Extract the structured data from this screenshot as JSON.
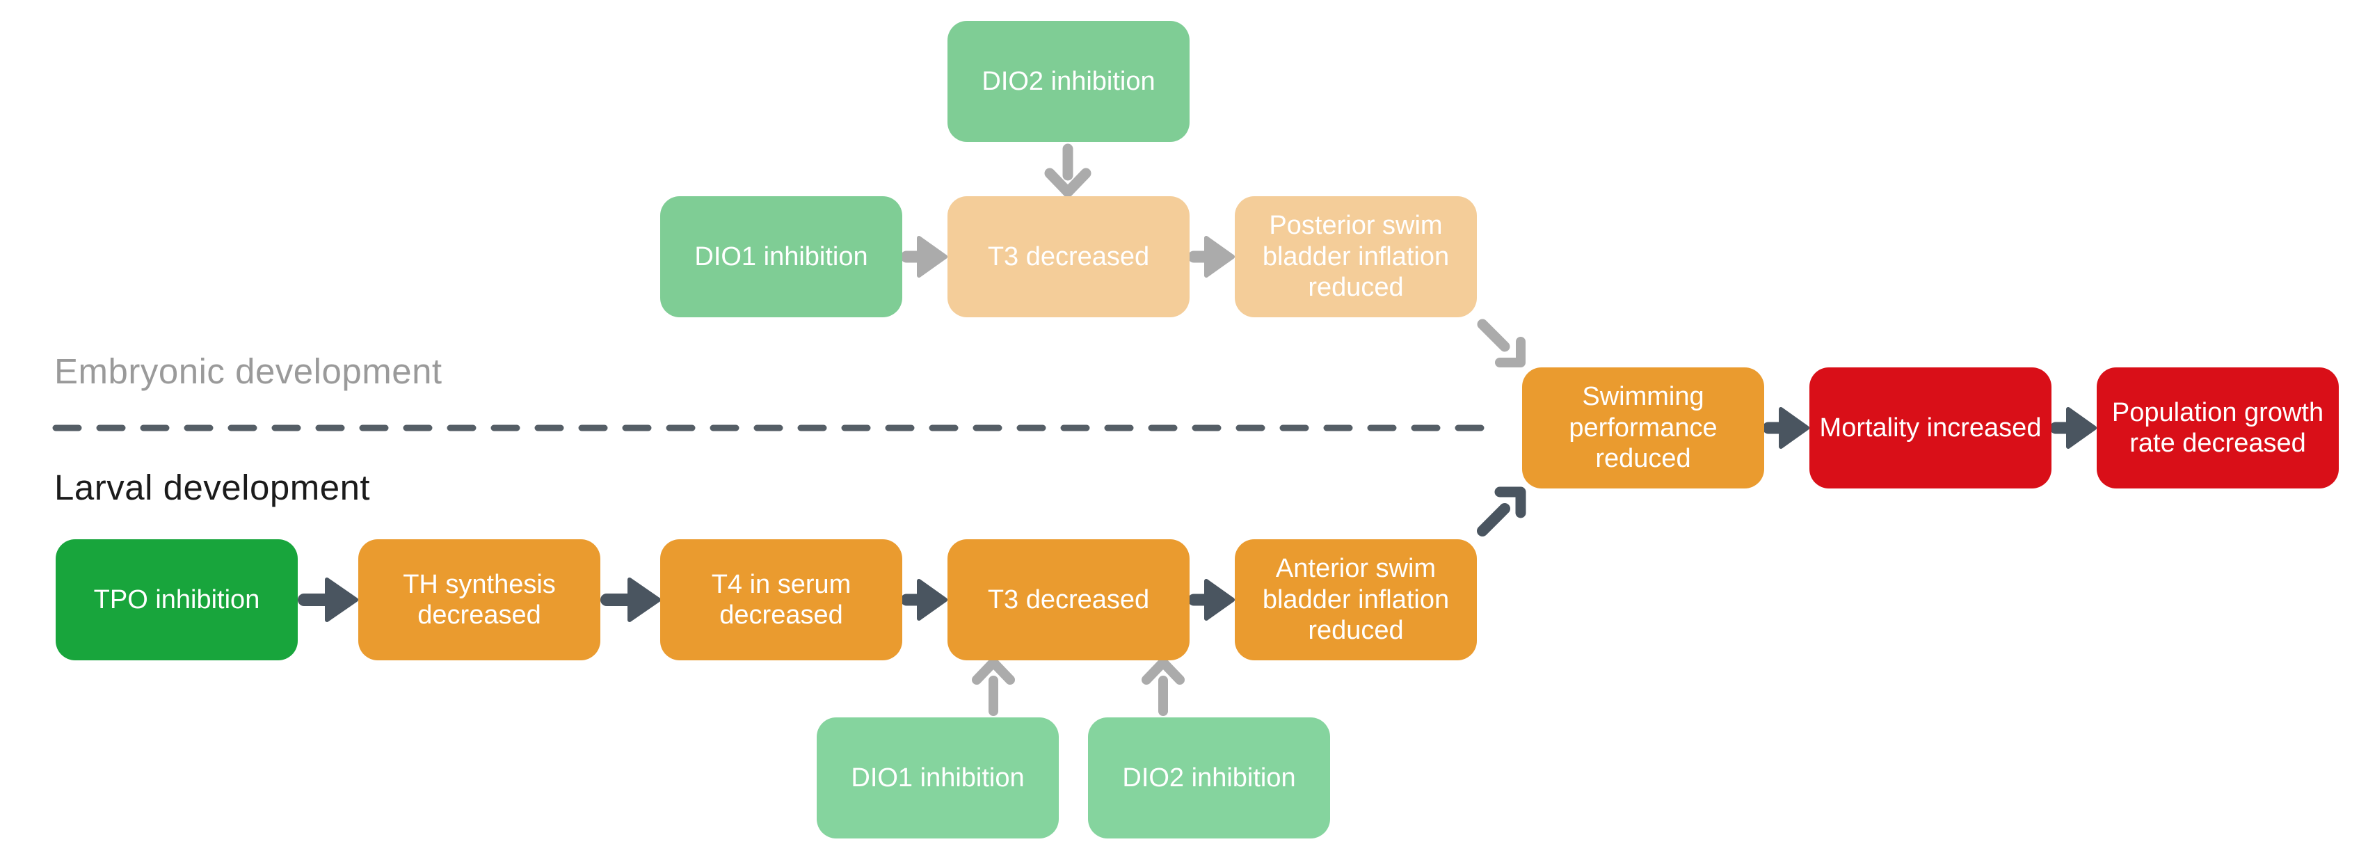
{
  "sections": {
    "embryonic_label": "Embryonic development",
    "larval_label": "Larval development"
  },
  "nodes": {
    "dio2_embryonic": {
      "label": "DIO2 inhibition",
      "fill": "green_medium"
    },
    "dio1_embryonic": {
      "label": "DIO1 inhibition",
      "fill": "green_medium"
    },
    "t3_embryonic": {
      "label": "T3 decreased",
      "fill": "tan"
    },
    "posterior_swim_bladder": {
      "label": "Posterior swim bladder inflation reduced",
      "fill": "tan"
    },
    "tpo": {
      "label": "TPO inhibition",
      "fill": "green_bright"
    },
    "th_synthesis": {
      "label": "TH synthesis decreased",
      "fill": "orange"
    },
    "t4_serum": {
      "label": "T4 in serum decreased",
      "fill": "orange"
    },
    "t3_larval": {
      "label": "T3 decreased",
      "fill": "orange"
    },
    "anterior_swim_bladder": {
      "label": "Anterior swim bladder inflation reduced",
      "fill": "orange"
    },
    "swimming_performance": {
      "label": "Swimming performance reduced",
      "fill": "orange"
    },
    "mortality": {
      "label": "Mortality increased",
      "fill": "red"
    },
    "population_growth": {
      "label": "Population growth rate decreased",
      "fill": "red"
    },
    "dio1_larval": {
      "label": "DIO1 inhibition",
      "fill": "green_soft"
    },
    "dio2_larval": {
      "label": "DIO2 inhibition",
      "fill": "green_soft"
    }
  },
  "edges": [
    {
      "from": "dio2_embryonic",
      "to": "t3_embryonic",
      "style": "gray"
    },
    {
      "from": "dio1_embryonic",
      "to": "t3_embryonic",
      "style": "gray"
    },
    {
      "from": "t3_embryonic",
      "to": "posterior_swim_bladder",
      "style": "gray"
    },
    {
      "from": "posterior_swim_bladder",
      "to": "swimming_performance",
      "style": "gray"
    },
    {
      "from": "tpo",
      "to": "th_synthesis",
      "style": "dark"
    },
    {
      "from": "th_synthesis",
      "to": "t4_serum",
      "style": "dark"
    },
    {
      "from": "t4_serum",
      "to": "t3_larval",
      "style": "dark"
    },
    {
      "from": "t3_larval",
      "to": "anterior_swim_bladder",
      "style": "dark"
    },
    {
      "from": "anterior_swim_bladder",
      "to": "swimming_performance",
      "style": "dark"
    },
    {
      "from": "swimming_performance",
      "to": "mortality",
      "style": "dark"
    },
    {
      "from": "mortality",
      "to": "population_growth",
      "style": "dark"
    },
    {
      "from": "dio1_larval",
      "to": "t3_larval",
      "style": "gray"
    },
    {
      "from": "dio2_larval",
      "to": "t3_larval",
      "style": "gray"
    }
  ],
  "colors": {
    "background": "#ffffff",
    "green_bright": "#18a53c",
    "green_medium": "#7fcd95",
    "green_soft": "#85d49e",
    "orange": "#ea9b2f",
    "tan": "#f4cd99",
    "red": "#d90f18",
    "arrow_dark": "#4a5560",
    "arrow_gray": "#abababff",
    "divider": "#555e66",
    "label_gray": "#9a9a9a",
    "label_dark": "#1b1b1b",
    "node_text": "#ffffff"
  }
}
